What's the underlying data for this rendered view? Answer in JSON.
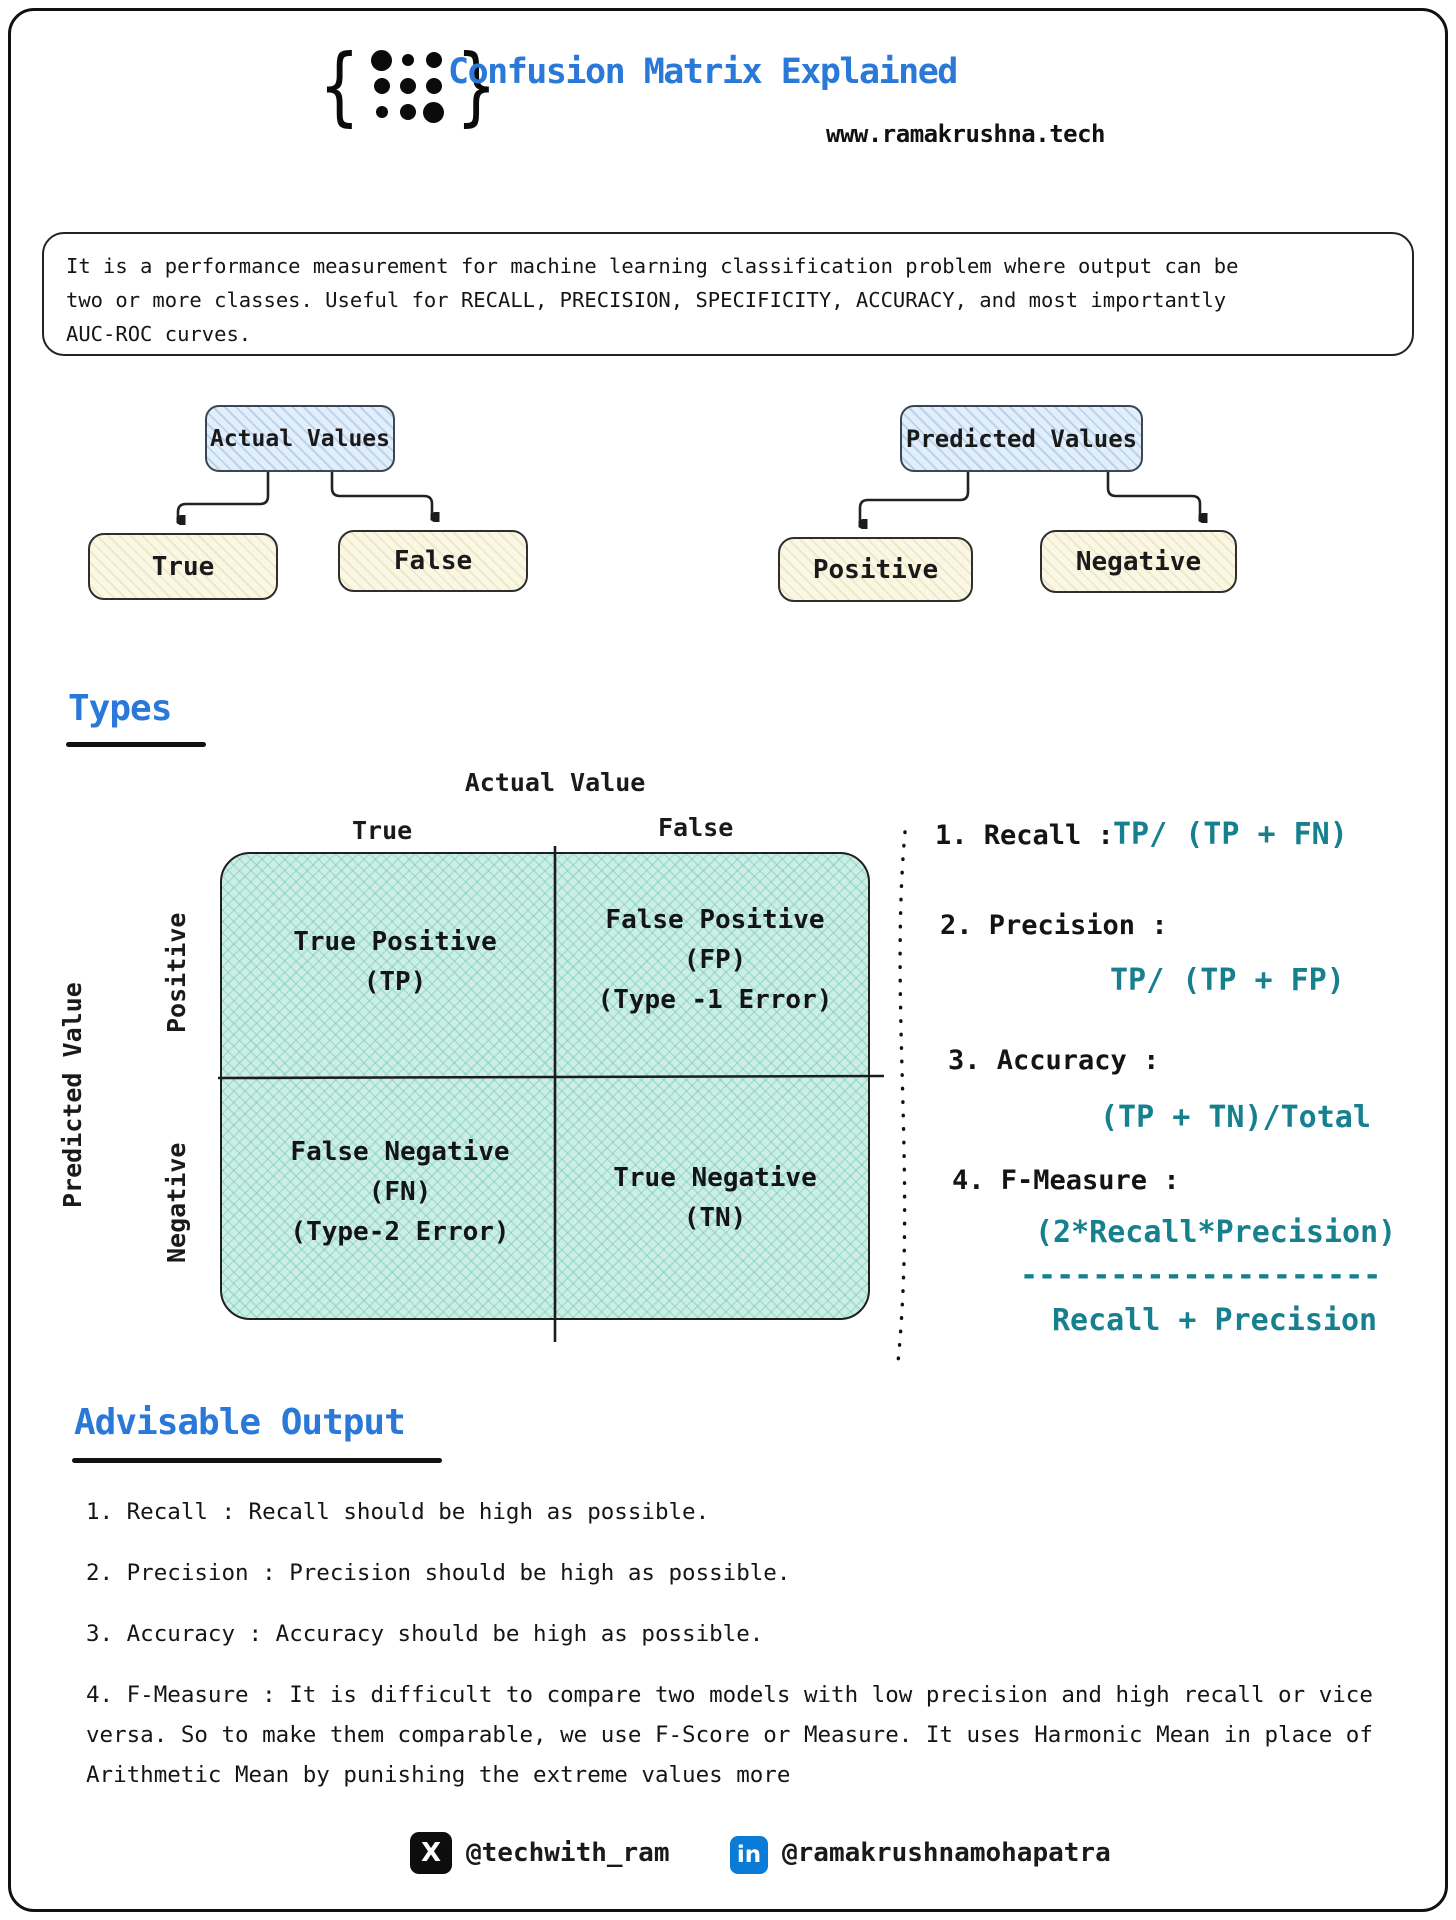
{
  "header": {
    "title": "Confusion Matrix Explained",
    "website": "www.ramakrushna.tech",
    "brace_left": "{",
    "brace_right": "}"
  },
  "intro": {
    "text": "It is a performance measurement for machine learning classification problem where output can be two or more classes. Useful for RECALL, PRECISION, SPECIFICITY, ACCURACY, and most importantly AUC-ROC curves."
  },
  "flowcharts": [
    {
      "parent": "Actual Values",
      "children": [
        "True",
        "False"
      ]
    },
    {
      "parent": "Predicted Values",
      "children": [
        "Positive",
        "Negative"
      ]
    }
  ],
  "types_section": {
    "heading": "Types",
    "matrix": {
      "top_axis": "Actual Value",
      "left_axis": "Predicted Value",
      "col_labels": [
        "True",
        "False"
      ],
      "row_labels": [
        "Positive",
        "Negative"
      ],
      "cells": [
        {
          "lines": [
            "True Positive",
            "(TP)",
            ""
          ]
        },
        {
          "lines": [
            "False Positive",
            "(FP)",
            "(Type -1 Error)"
          ]
        },
        {
          "lines": [
            "False Negative",
            "(FN)",
            "(Type-2 Error)"
          ]
        },
        {
          "lines": [
            "True Negative",
            "(TN)",
            ""
          ]
        }
      ]
    },
    "formulas": [
      {
        "label": "1. Recall :",
        "formula": "TP/ (TP + FN)"
      },
      {
        "label": "2. Precision :",
        "formula": "TP/ (TP + FP)"
      },
      {
        "label": "3. Accuracy :",
        "formula": "(TP + TN)/Total"
      },
      {
        "label": "4. F-Measure :",
        "numerator": "(2*Recall*Precision)",
        "divider": "--------------------",
        "denominator": "Recall + Precision"
      }
    ]
  },
  "advisable": {
    "heading": "Advisable Output",
    "items": [
      "1. Recall : Recall should be high as possible.",
      "2. Precision : Precision should be high as possible.",
      "3. Accuracy : Accuracy should be high as possible.",
      "4. F-Measure : It is difficult to compare two models with low precision and high recall or vice versa. So to make them comparable, we use F-Score or Measure. It uses Harmonic Mean in place of Arithmetic Mean by punishing the extreme values more"
    ]
  },
  "footer": {
    "twitter_icon_text": "X",
    "twitter_handle": "@techwith_ram",
    "linkedin_icon_text": "in",
    "linkedin_handle": "@ramakrushnamohapatra"
  },
  "colors": {
    "accent_blue": "#2a78d8",
    "formula_teal": "#17808f",
    "matrix_fill": "#cdeee5",
    "parent_box_fill": "#e2eef9",
    "child_box_fill": "#faf7e4",
    "linkedin_blue": "#0a7cd8",
    "x_black": "#0d0d0d"
  }
}
